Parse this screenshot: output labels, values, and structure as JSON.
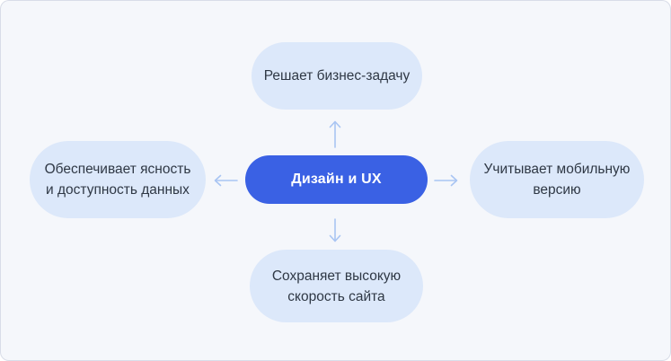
{
  "diagram": {
    "center_node": {
      "label": "Дизайн и UX"
    },
    "nodes": {
      "top": {
        "lines": [
          "Решает бизнес-задачу"
        ]
      },
      "left": {
        "lines": [
          "Обеспечивает ясность",
          "и доступность данных"
        ]
      },
      "right": {
        "lines": [
          "Учитывает мобильную",
          "версию"
        ]
      },
      "bottom": {
        "lines": [
          "Сохраняет высокую",
          "скорость сайта"
        ]
      }
    },
    "connectors": [
      {
        "icon": "arrow-up-icon",
        "direction": "up"
      },
      {
        "icon": "arrow-left-icon",
        "direction": "left"
      },
      {
        "icon": "arrow-right-icon",
        "direction": "right"
      },
      {
        "icon": "arrow-down-icon",
        "direction": "down"
      }
    ]
  },
  "colors": {
    "canvas_background": "#F5F7FB",
    "satellite_fill": "#DCE8FA",
    "satellite_text": "#2F3845",
    "center_fill": "#3A61E4",
    "center_text": "#FFFFFF",
    "arrow": "#A9C5F3"
  }
}
